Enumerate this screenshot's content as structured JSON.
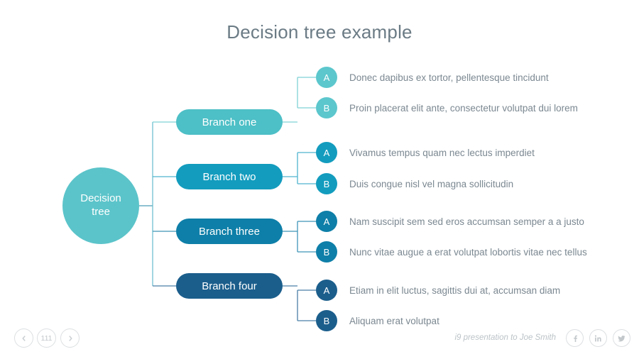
{
  "slide": {
    "title": "Decision tree example",
    "background": "#ffffff",
    "title_color": "#6b7b85"
  },
  "root": {
    "label_line1": "Decision",
    "label_line2": "tree",
    "color": "#5bc4ca"
  },
  "branches": [
    {
      "label": "Branch one",
      "color": "#4dbfc6",
      "leaf_color": "#5cc7cd",
      "leaves": [
        {
          "badge": "A",
          "text": "Donec dapibus ex tortor, pellentesque tincidunt"
        },
        {
          "badge": "B",
          "text": "Proin placerat elit ante, consectetur volutpat dui lorem"
        }
      ]
    },
    {
      "label": "Branch two",
      "color": "#139cbe",
      "leaf_color": "#139cbe",
      "leaves": [
        {
          "badge": "A",
          "text": "Vivamus tempus quam nec lectus imperdiet"
        },
        {
          "badge": "B",
          "text": "Duis congue nisl vel magna sollicitudin"
        }
      ]
    },
    {
      "label": "Branch three",
      "color": "#0e7fa8",
      "leaf_color": "#0e7fa8",
      "leaves": [
        {
          "badge": "A",
          "text": "Nam suscipit sem sed eros accumsan semper a a justo"
        },
        {
          "badge": "B",
          "text": "Nunc vitae augue a erat volutpat lobortis vitae nec tellus"
        }
      ]
    },
    {
      "label": "Branch four",
      "color": "#1b5e8c",
      "leaf_color": "#1b5e8c",
      "leaves": [
        {
          "badge": "A",
          "text": "Etiam in elit luctus, sagittis dui at, accumsan diam"
        },
        {
          "badge": "B",
          "text": "Aliquam erat volutpat"
        }
      ]
    }
  ],
  "footer": {
    "prev_icon": "chevron-left-icon",
    "page_number": "111",
    "next_icon": "chevron-right-icon",
    "note": "i9 presentation to Joe Smith",
    "social": [
      {
        "name": "facebook",
        "glyph": "f"
      },
      {
        "name": "linkedin",
        "glyph": "in"
      },
      {
        "name": "twitter",
        "glyph": "bird"
      }
    ]
  },
  "leaf_text_color": "#7b8891",
  "connector_colors": {
    "branch1": "#7fd2d6",
    "branch2": "#4fb4cf",
    "branch3": "#3f95b8",
    "branch4": "#4a7fa6"
  }
}
